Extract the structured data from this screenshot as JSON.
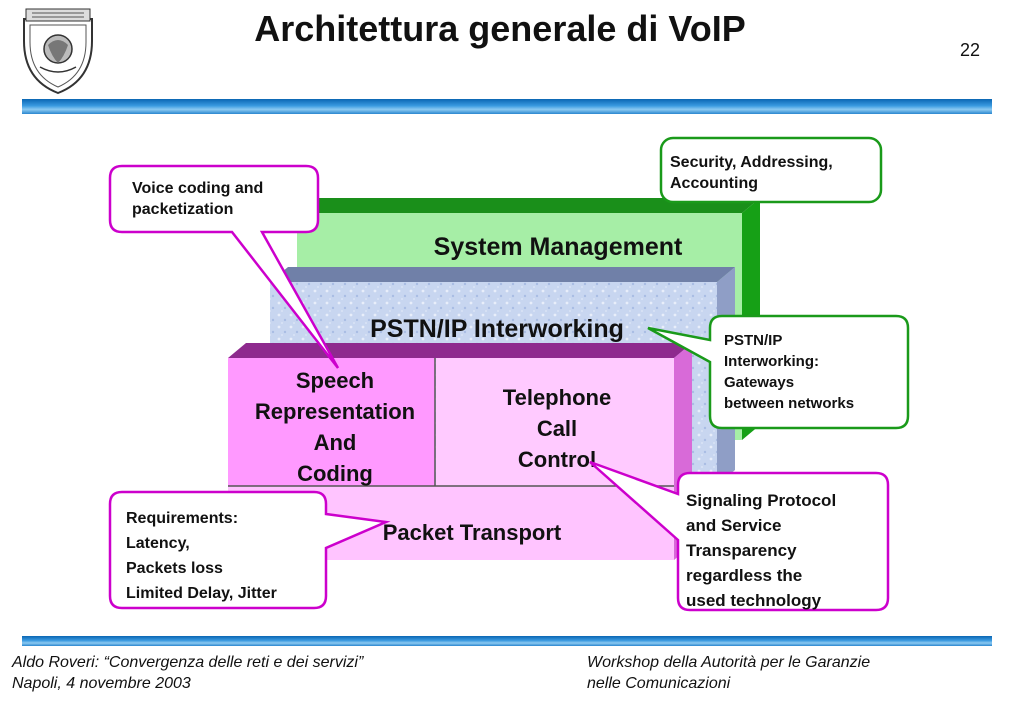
{
  "slide": {
    "title": "Architettura generale di VoIP",
    "page_number": "22"
  },
  "logo": {
    "icon": "university-seal-logo"
  },
  "diagram": {
    "system_management": "System Management",
    "pstn_ip_interworking": "PSTN/IP Interworking",
    "speech": "Speech\nRepresentation\nAnd\nCoding",
    "telephone": "Telephone\nCall\nControl",
    "packet_transport": "Packet Transport"
  },
  "callouts": {
    "voice_coding": "Voice coding and\npacketization",
    "security": "Security, Addressing,\nAccounting",
    "pstn_gateways": "PSTN/IP\nInterworking:\nGateways\nbetween networks",
    "requirements": "Requirements:\nLatency,\nPackets loss\nLimited Delay, Jitter",
    "signaling": "Signaling Protocol\nand Service\nTransparency\nregardless the\nused technology"
  },
  "footer": {
    "left": "Aldo Roveri: “Convergenza delle reti e dei servizi”\n Napoli, 4 novembre 2003",
    "right": "Workshop della Autorità per le Garanzie\nnelle Comunicazioni"
  },
  "colors": {
    "green": "#22aa22",
    "callout_border_green": "#1a9a1a",
    "callout_border_magenta": "#cc00cc",
    "pink": "#ff99ff",
    "blue_bar": "#1a7ac8"
  }
}
